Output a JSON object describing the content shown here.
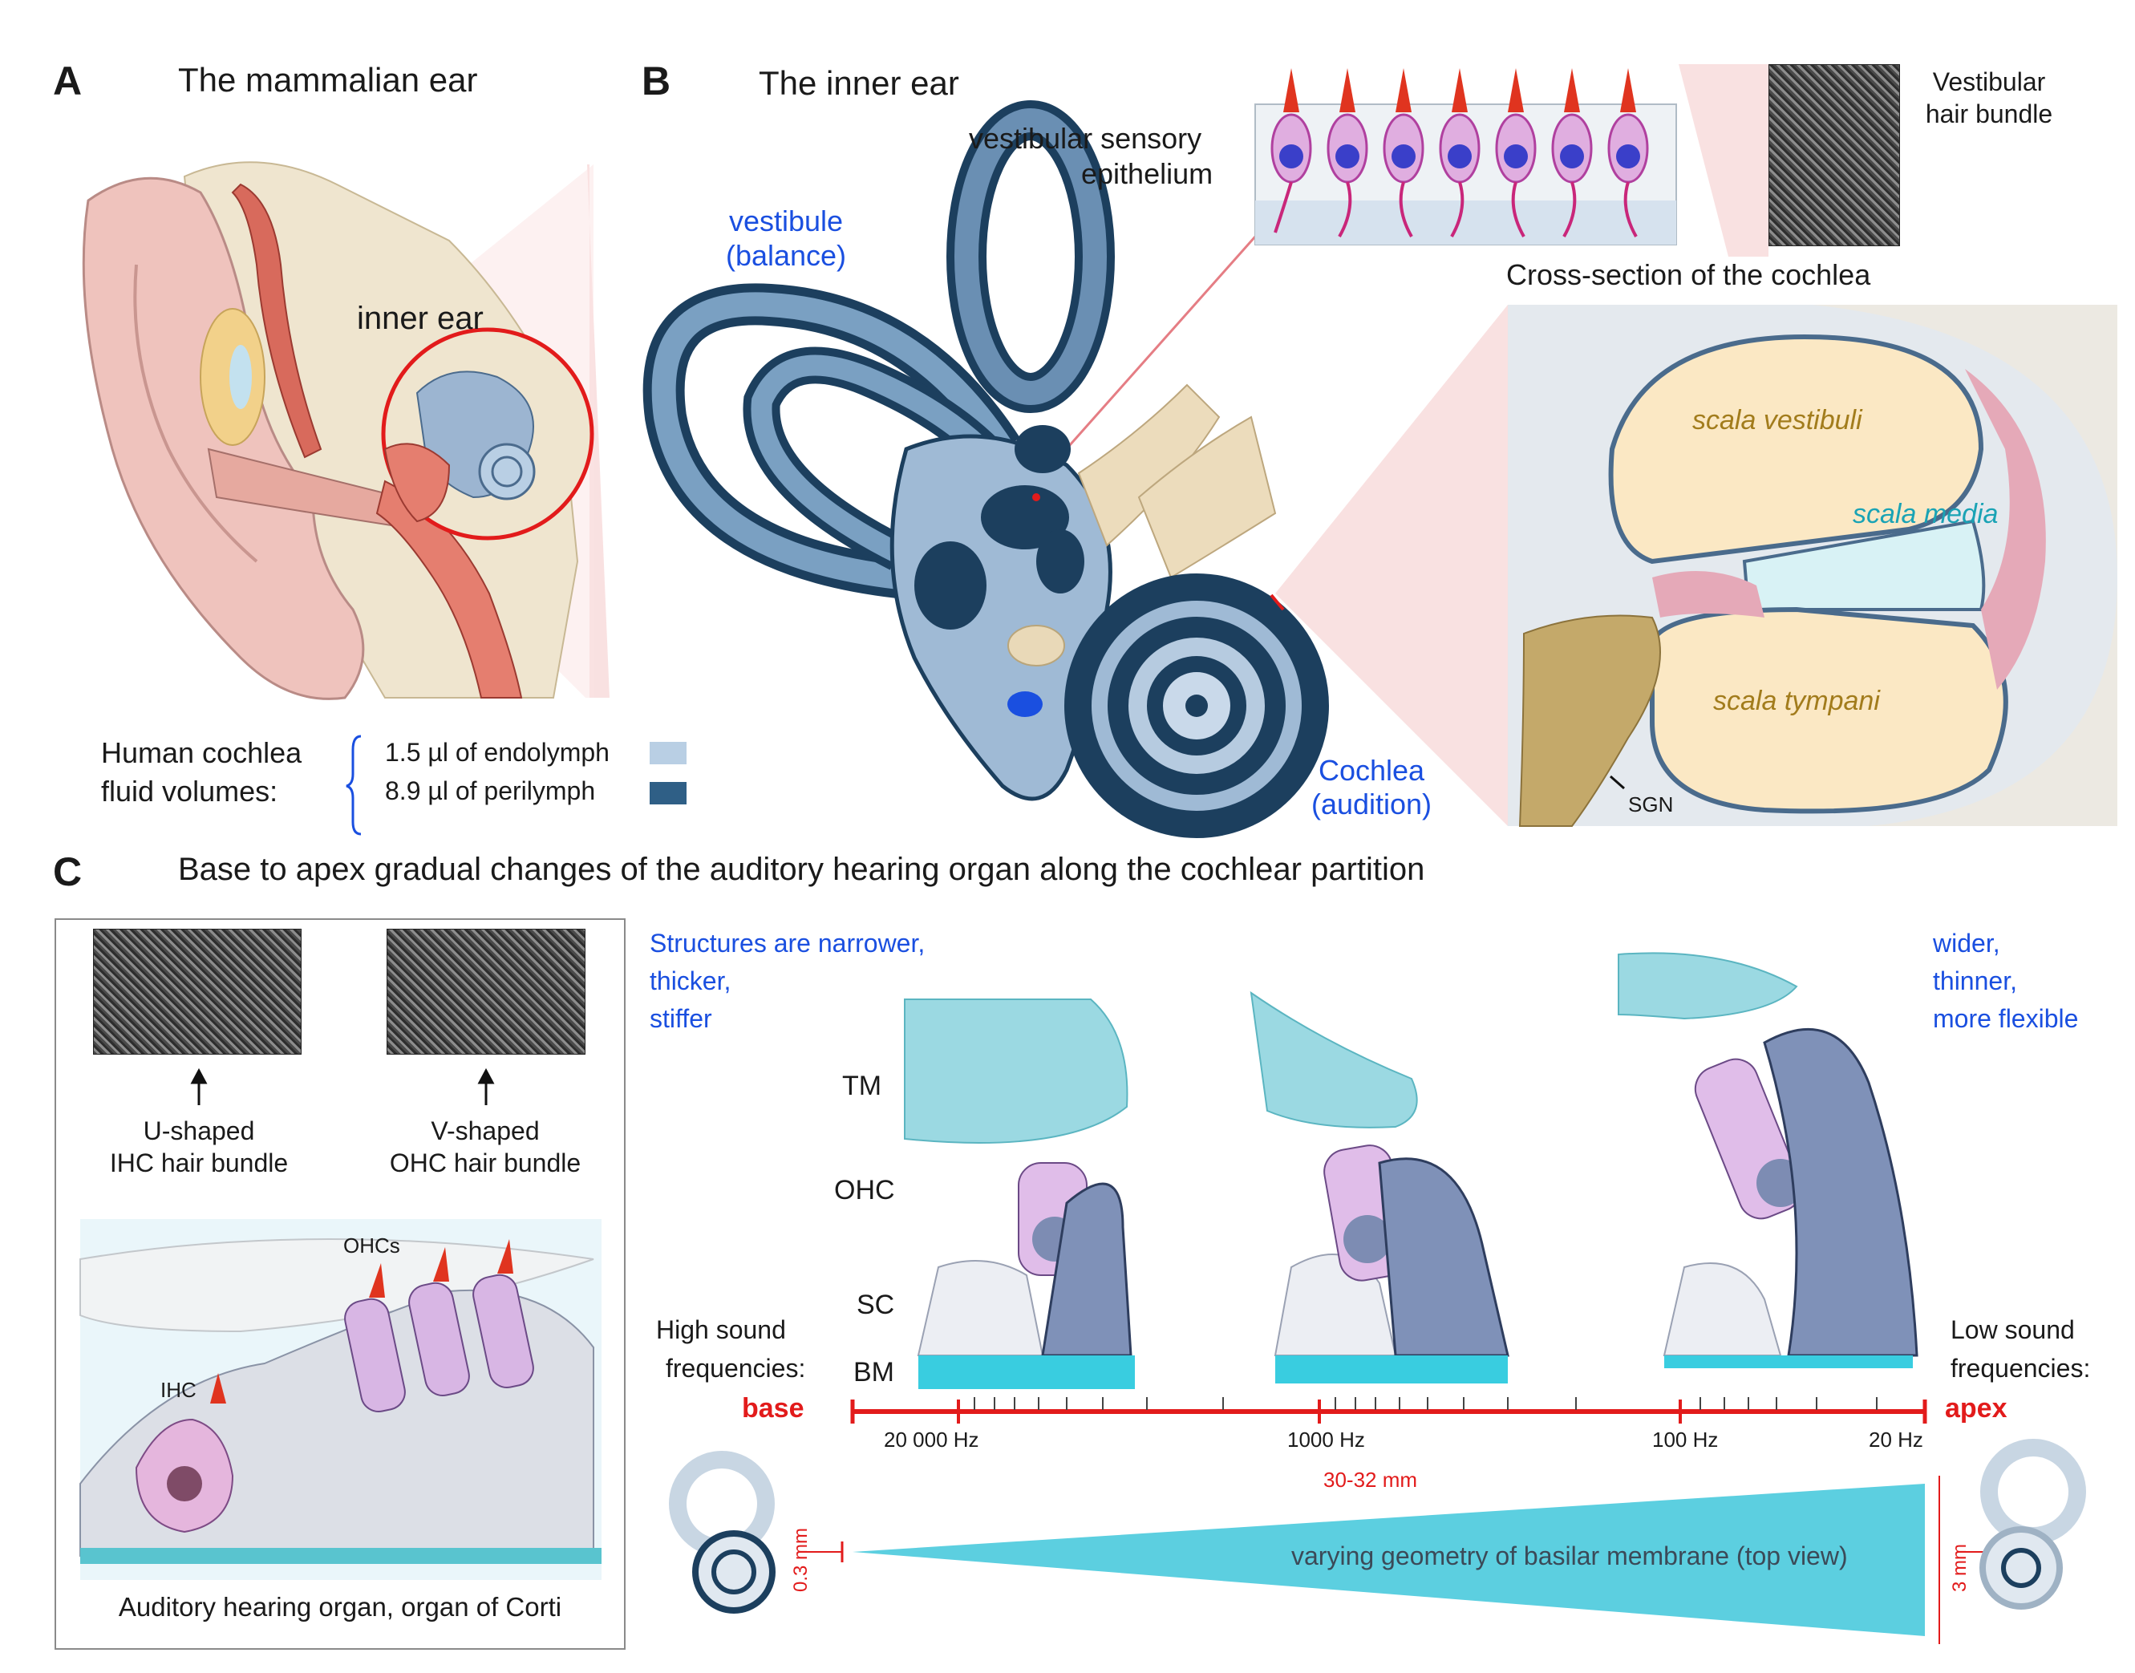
{
  "panelA": {
    "letter": "A",
    "title": "The mammalian ear",
    "inner_ear_label": "inner ear",
    "legend_heading_line1": "Human cochlea",
    "legend_heading_line2": "fluid volumes:",
    "legend_endolymph": "1.5 µl of endolymph",
    "legend_perilymph": "8.9 µl of perilymph",
    "endolymph_color": "#b9cfe4",
    "perilymph_color": "#2f5f86"
  },
  "panelB": {
    "letter": "B",
    "title": "The inner ear",
    "vestibule_line1": "vestibule",
    "vestibule_line2": "(balance)",
    "vestibular_epithelium_line1": "vestibular sensory",
    "vestibular_epithelium_line2": "epithelium",
    "vestibular_bundle_line1": "Vestibular",
    "vestibular_bundle_line2": "hair bundle",
    "cross_section_title": "Cross-section of the cochlea",
    "scala_vestibuli": "scala vestibuli",
    "scala_media": "scala media",
    "scala_tympani": "scala tympani",
    "sgn": "SGN",
    "cochlea_line1": "Cochlea",
    "cochlea_line2": "(audition)"
  },
  "panelC": {
    "letter": "C",
    "title": "Base to apex gradual changes of the auditory hearing organ along the cochlear partition",
    "u_shaped_line1": "U-shaped",
    "u_shaped_line2": "IHC hair bundle",
    "v_shaped_line1": "V-shaped",
    "v_shaped_line2": "OHC hair bundle",
    "ohcs": "OHCs",
    "ihc": "IHC",
    "organ_caption": "Auditory hearing organ, organ of Corti",
    "left_desc": [
      "Structures are narrower,",
      "thicker,",
      "stiffer"
    ],
    "right_desc": [
      "wider,",
      "thinner,",
      "more flexible"
    ],
    "row_labels": [
      "TM",
      "OHC",
      "SC",
      "BM"
    ],
    "high_line1": "High sound",
    "high_line2": "frequencies:",
    "low_line1": "Low sound",
    "low_line2": "frequencies:",
    "base": "base",
    "apex": "apex",
    "freq_ticks": [
      "20 000 Hz",
      "1000 Hz",
      "100 Hz",
      "20 Hz"
    ],
    "length": "30-32 mm",
    "width_base": "0.3 mm",
    "width_apex": "3 mm",
    "bm_caption": "varying geometry of basilar membrane (top view)",
    "accent_red": "#e21b1b",
    "accent_blue": "#1a4fe0",
    "membrane_cyan": "#5ccfe0"
  }
}
